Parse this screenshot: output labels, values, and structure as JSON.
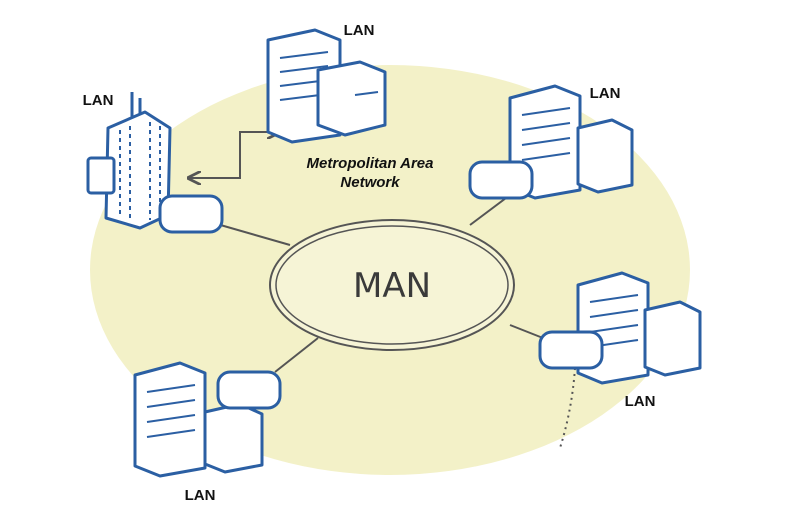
{
  "diagram": {
    "center_label": "MAN",
    "title_line1": "Metropolitan Area",
    "title_line2": "Network",
    "nodes": [
      {
        "label": "LAN"
      },
      {
        "label": "LAN"
      },
      {
        "label": "LAN"
      },
      {
        "label": "LAN"
      },
      {
        "label": "LAN"
      }
    ]
  },
  "colors": {
    "background_ellipse": "#f3f1c8",
    "equipment_stroke": "#2b5fa3",
    "link": "#555555"
  }
}
